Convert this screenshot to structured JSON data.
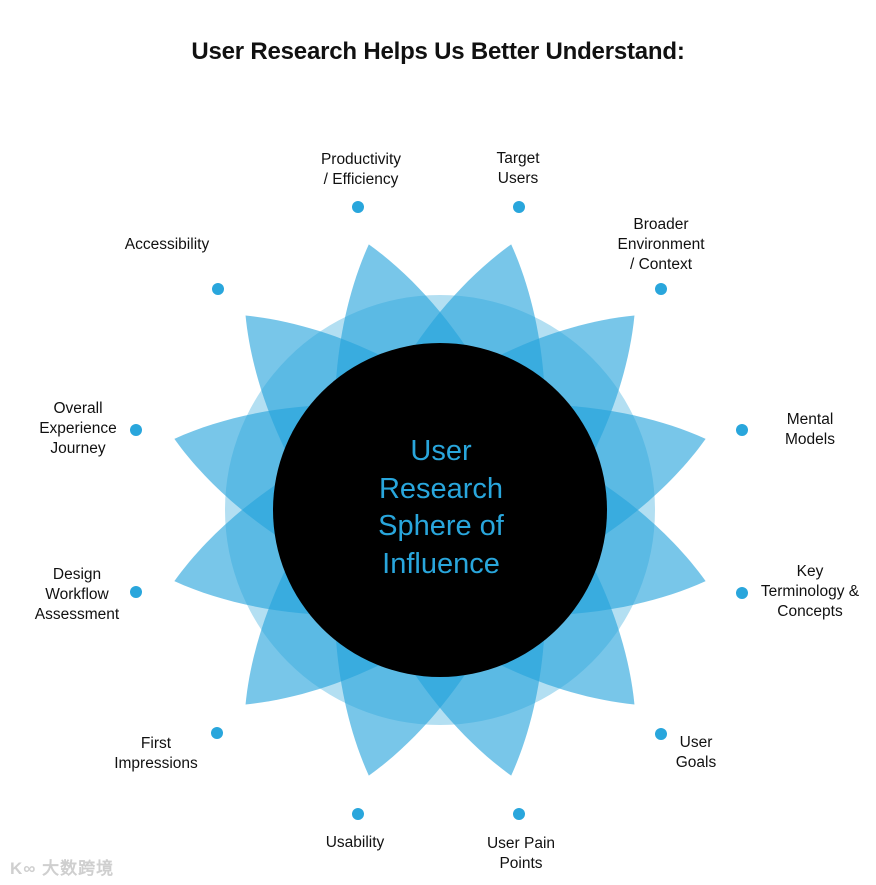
{
  "title": "User Research Helps Us Better Understand:",
  "center": [
    "User",
    "Research",
    "Sphere of",
    "Influence"
  ],
  "colors": {
    "petal": "#25a3db",
    "center": "#000000",
    "accent": "#29a6dc"
  },
  "items": [
    {
      "lines": [
        "Productivity",
        "/ Efficiency"
      ]
    },
    {
      "lines": [
        "Target",
        "Users"
      ]
    },
    {
      "lines": [
        "Broader",
        "Environment",
        "/ Context"
      ]
    },
    {
      "lines": [
        "Mental",
        "Models"
      ]
    },
    {
      "lines": [
        "Key",
        "Terminology &",
        "Concepts"
      ]
    },
    {
      "lines": [
        "User",
        "Goals"
      ]
    },
    {
      "lines": [
        "User Pain",
        "Points"
      ]
    },
    {
      "lines": [
        "Usability"
      ]
    },
    {
      "lines": [
        "First",
        "Impressions"
      ]
    },
    {
      "lines": [
        "Design",
        "Workflow",
        "Assessment"
      ]
    },
    {
      "lines": [
        "Overall",
        "Experience",
        "Journey"
      ]
    },
    {
      "lines": [
        "Accessibility"
      ]
    }
  ],
  "watermark": "大数跨境"
}
